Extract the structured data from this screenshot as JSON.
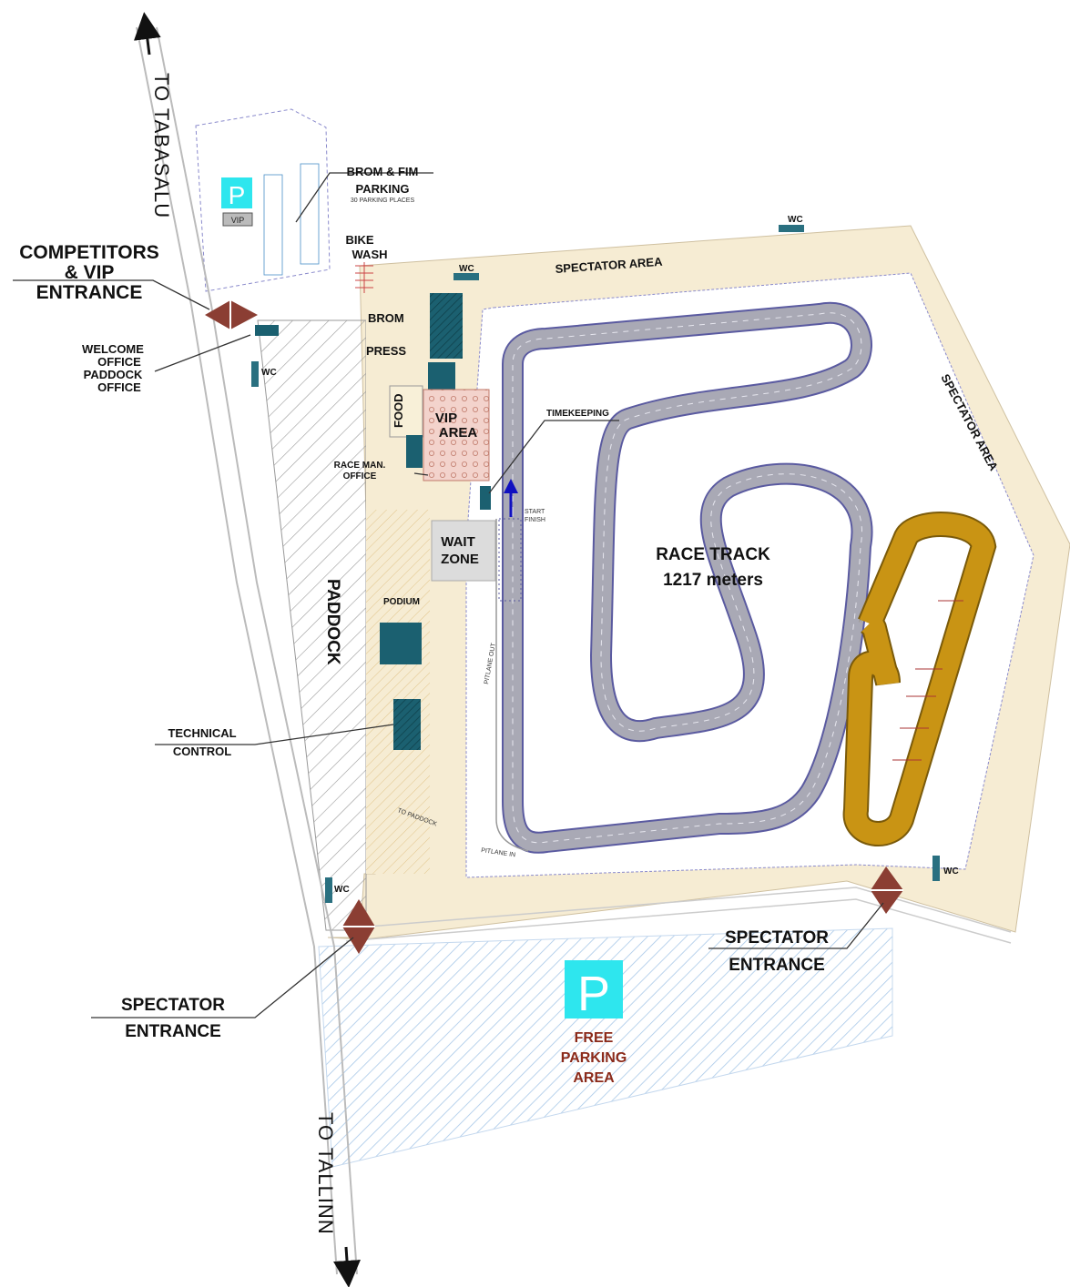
{
  "roads": {
    "north": "TO TABASALU",
    "south": "TO TALLINN"
  },
  "parking": {
    "symbol": "P",
    "vip_tag": "VIP",
    "brom_fim_line1": "BROM & FIM",
    "brom_fim_line2": "PARKING",
    "brom_fim_note": "30 PARKING PLACES",
    "free_line1": "FREE",
    "free_line2": "PARKING",
    "free_line3": "AREA"
  },
  "entrances": {
    "competitors_line1": "COMPETITORS",
    "competitors_line2": "& VIP",
    "competitors_line3": "ENTRANCE",
    "spectator_line1": "SPECTATOR",
    "spectator_line2": "ENTRANCE"
  },
  "facilities": {
    "bike_wash_line1": "BIKE",
    "bike_wash_line2": "WASH",
    "welcome_line1": "WELCOME",
    "welcome_line2": "OFFICE",
    "welcome_line3": "PADDOCK",
    "welcome_line4": "OFFICE",
    "wc": "WC",
    "brom": "BROM",
    "press": "PRESS",
    "food": "FOOD",
    "vip_area_line1": "VIP",
    "vip_area_line2": "AREA",
    "race_man_line1": "RACE MAN.",
    "race_man_line2": "OFFICE",
    "timekeeping": "TIMEKEEPING",
    "start_line1": "START",
    "start_line2": "FINISH",
    "wait_line1": "WAIT",
    "wait_line2": "ZONE",
    "podium": "PODIUM",
    "paddock": "PADDOCK",
    "technical_line1": "TECHNICAL",
    "technical_line2": "CONTROL",
    "pitlane_out": "PITLANE OUT",
    "pitlane_in": "PITLANE IN",
    "to_paddock": "TO PADDOCK"
  },
  "spectator_area": "SPECTATOR AREA",
  "track": {
    "name": "RACE TRACK",
    "length": "1217 meters"
  },
  "colors": {
    "spectator_fill": "#f6ecd3",
    "track_grey": "#a9a9b5",
    "track_edge": "#5a5aa0",
    "secondary_track": "#c99414",
    "facility_teal": "#1b6070",
    "parking_cyan": "#2ee6ee",
    "entrance_brown": "#8b3e33",
    "free_parking_hatch": "#a8c8e8",
    "paddock_hatch": "#9a9a9a",
    "vip_pink": "#f3d3cc",
    "wait_grey": "#dcdcdc"
  }
}
